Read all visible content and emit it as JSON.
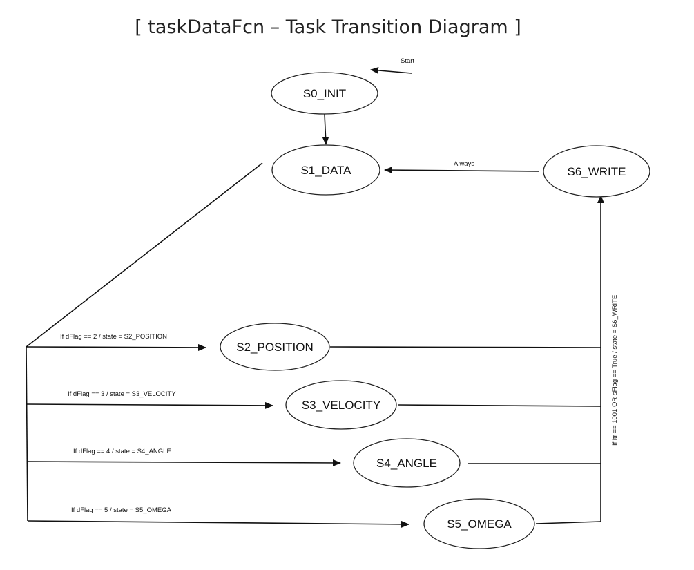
{
  "title": "[ taskDataFcn – Task Transition Diagram ]",
  "nodes": {
    "s0": "S0_INIT",
    "s1": "S1_DATA",
    "s2": "S2_POSITION",
    "s3": "S3_VELOCITY",
    "s4": "S4_ANGLE",
    "s5": "S5_OMEGA",
    "s6": "S6_WRITE"
  },
  "edges": {
    "start": "Start",
    "always": "Always",
    "to_s2": "If dFlag == 2 / state = S2_POSITION",
    "to_s3": "If dFlag == 3 / state = S3_VELOCITY",
    "to_s4": "If dFlag == 4 / state = S4_ANGLE",
    "to_s5": "If dFlag == 5 / state = S5_OMEGA",
    "to_s6": "If itr == 1001 OR sFlag == True / state = S6_WRITE"
  }
}
